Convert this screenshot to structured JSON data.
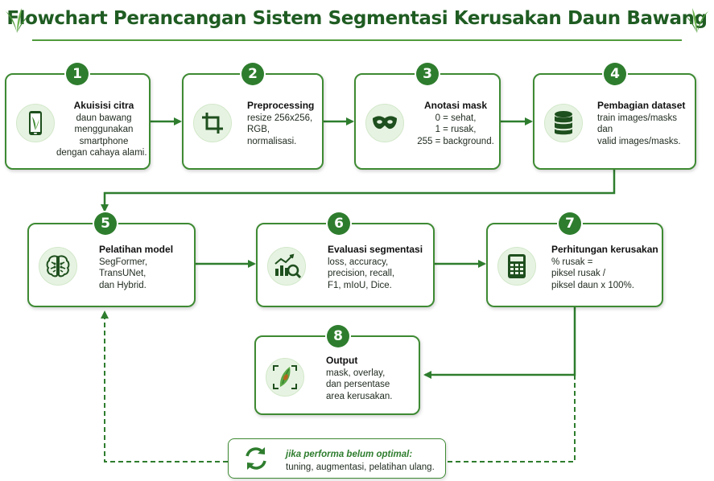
{
  "title": "Flowchart Perancangan Sistem Segmentasi Kerusakan Daun Bawang",
  "steps": [
    {
      "number": "1",
      "title": "Akuisisi citra",
      "lines": [
        "daun bawang",
        "menggunakan",
        "smartphone",
        "dengan cahaya alami."
      ],
      "icon": "smartphone-icon"
    },
    {
      "number": "2",
      "title": "Preprocessing",
      "lines": [
        "resize 256x256,",
        "RGB,",
        "normalisasi."
      ],
      "icon": "crop-icon"
    },
    {
      "number": "3",
      "title": "Anotasi mask",
      "lines": [
        "0 = sehat,",
        "1 = rusak,",
        "255 = background."
      ],
      "icon": "mask-icon"
    },
    {
      "number": "4",
      "title": "Pembagian dataset",
      "lines": [
        "train images/masks",
        "dan",
        "valid images/masks."
      ],
      "icon": "database-icon"
    },
    {
      "number": "5",
      "title": "Pelatihan model",
      "lines": [
        "SegFormer,",
        "TransUNet,",
        "dan Hybrid."
      ],
      "icon": "brain-icon"
    },
    {
      "number": "6",
      "title": "Evaluasi segmentasi",
      "lines": [
        "loss, accuracy,",
        "precision, recall,",
        "F1, mIoU, Dice."
      ],
      "icon": "chart-magnifier-icon"
    },
    {
      "number": "7",
      "title": "Perhitungan kerusakan",
      "lines": [
        "% rusak =",
        "piksel rusak /",
        "piksel daun x 100%."
      ],
      "icon": "calculator-icon"
    },
    {
      "number": "8",
      "title": "Output",
      "lines": [
        "mask, overlay,",
        "dan persentase",
        "area kerusakan."
      ],
      "icon": "leaf-scan-icon"
    }
  ],
  "feedback": {
    "title": "jika performa belum optimal:",
    "text": "tuning, augmentasi, pelatihan ulang.",
    "icon": "refresh-icon"
  },
  "colors": {
    "title": "#1f5c22",
    "accent": "#2e7d2e",
    "border": "#3e8a33",
    "icon_bg": "#e7f3e2"
  }
}
